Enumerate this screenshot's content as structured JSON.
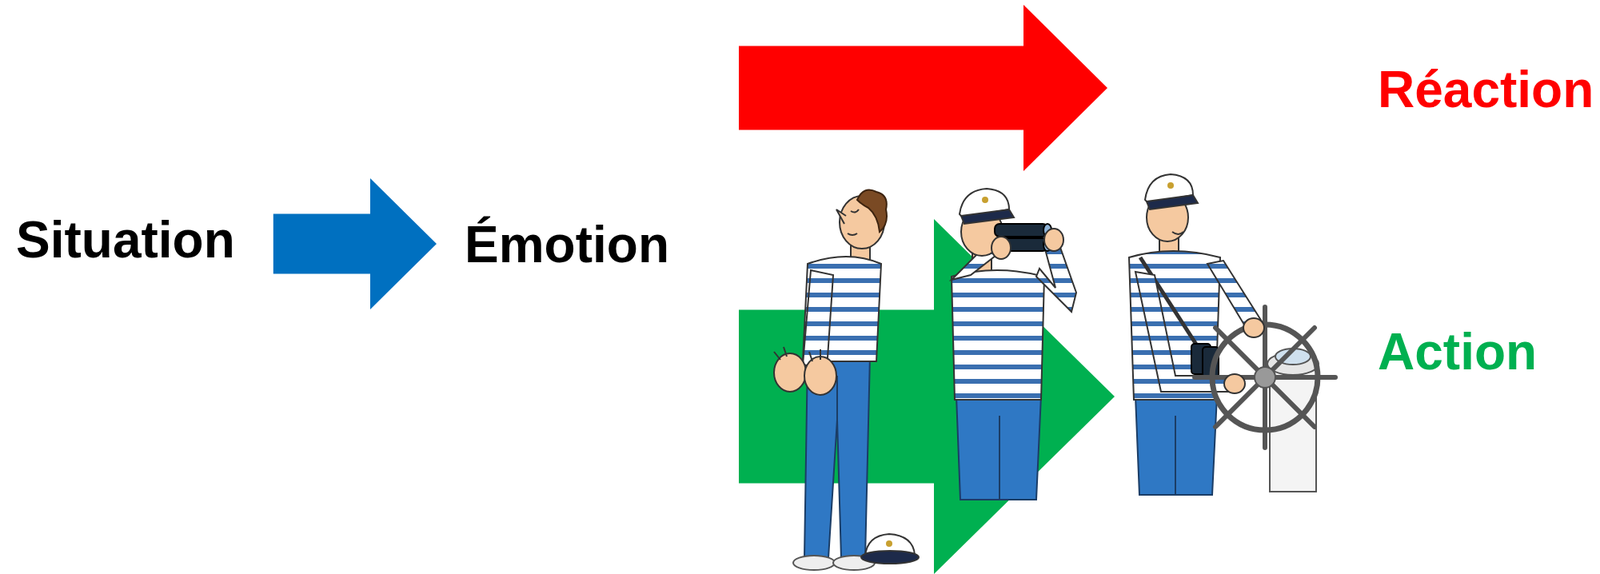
{
  "diagram": {
    "nodes": [
      {
        "text": [
          "Situation"
        ]
      },
      {
        "text": [
          "Émotion"
        ]
      },
      {
        "text": [
          "Réaction"
        ]
      },
      {
        "text": [
          "Action"
        ]
      }
    ],
    "edges": [
      {
        "from": 0,
        "to": 1,
        "arrow": "to"
      },
      {
        "from": 1,
        "to": 2,
        "arrow": "to"
      },
      {
        "from": 1,
        "to": 3,
        "arrow": "to"
      }
    ]
  }
}
